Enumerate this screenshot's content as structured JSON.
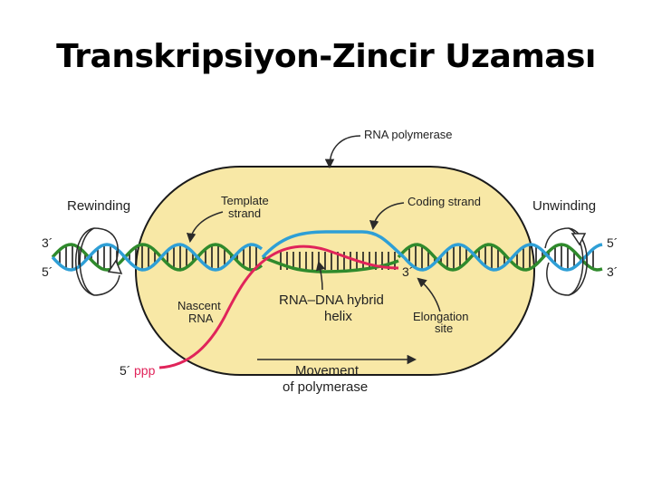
{
  "title": "Transkripsiyon-Zincir Uzaması",
  "colors": {
    "background": "#ffffff",
    "polymerase_fill": "#f8e8a6",
    "template_strand": "#2f8a2c",
    "coding_strand": "#2e9fd6",
    "rna": "#e0245a",
    "rungs": "#1a1a1a",
    "arrows": "#2a2a2a"
  },
  "labels": {
    "rna_polymerase": "RNA  polymerase",
    "rewinding": "Rewinding",
    "unwinding": "Unwinding",
    "template_strand": [
      "Template",
      "strand"
    ],
    "coding_strand": "Coding  strand",
    "nascent_rna": [
      "Nascent",
      "RNA"
    ],
    "hybrid_helix": [
      "RNA–DNA hybrid",
      "helix"
    ],
    "elongation_site": [
      "Elongation",
      "site"
    ],
    "movement": [
      "Movement",
      "of polymerase"
    ],
    "five_prime_ppp_prefix": "5´",
    "five_prime_ppp_suffix": "ppp",
    "rna_three_prime": "3´",
    "left_top_end": "3´",
    "left_bottom_end": "5´",
    "right_top_end": "5´",
    "right_bottom_end": "3´"
  }
}
